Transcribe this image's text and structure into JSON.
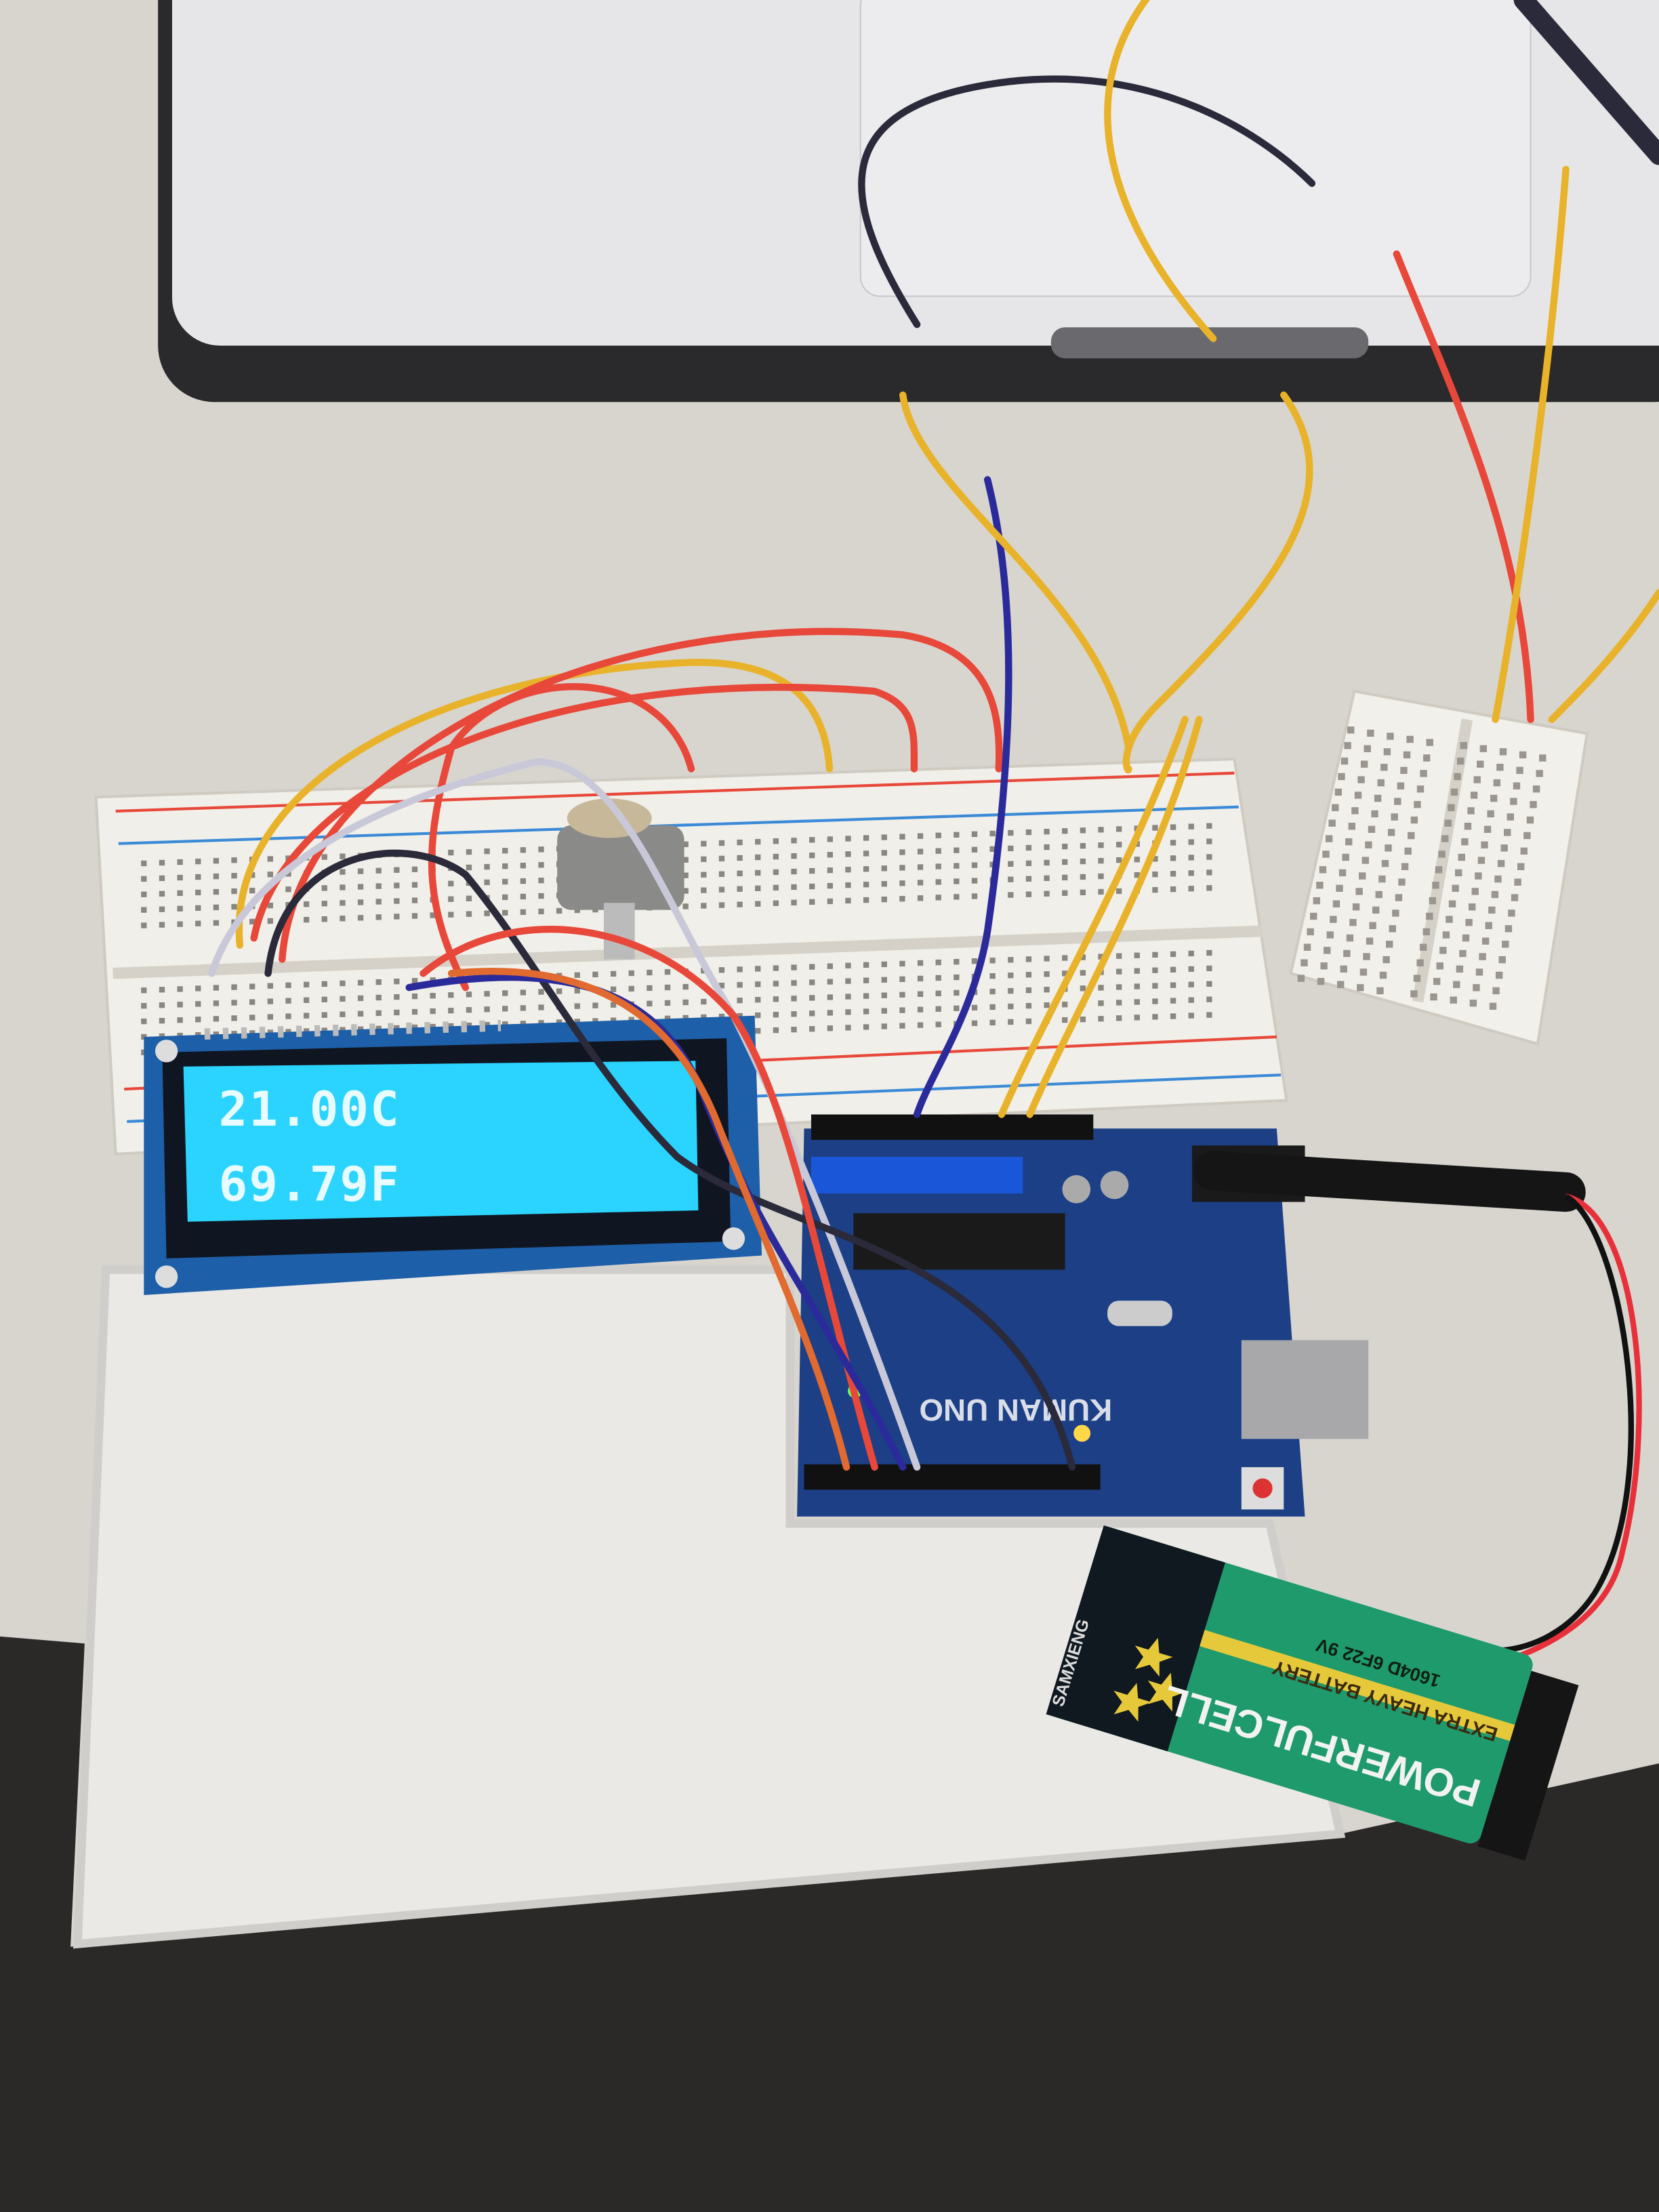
{
  "lcd": {
    "line1": "21.00C",
    "line2": "69.79F",
    "backlight_color": "#2ad4ff"
  },
  "arduino": {
    "brand": "KUMAN UNO",
    "board_color": "#1c3f86"
  },
  "battery": {
    "brand": "SAMXIENG",
    "name": "POWERFULCELL",
    "subtitle": "EXTRA HEAVY BATTERY",
    "model": "1604D 6F22 9V",
    "color": "#1f9a6c"
  },
  "wire_colors": [
    "#e8b32a",
    "#e8483a",
    "#2a2a3a",
    "#c8c8d8",
    "#2a2a9a",
    "#e06a30"
  ]
}
